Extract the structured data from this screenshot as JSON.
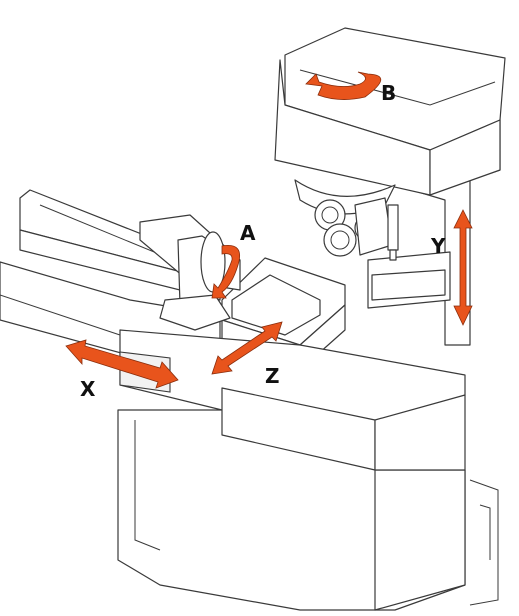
{
  "axes": {
    "a": "A",
    "b": "B",
    "x": "X",
    "y": "Y",
    "z": "Z"
  },
  "colors": {
    "arrow": "#e8541c",
    "outline": "#3a3a3a",
    "background": "#ffffff"
  }
}
